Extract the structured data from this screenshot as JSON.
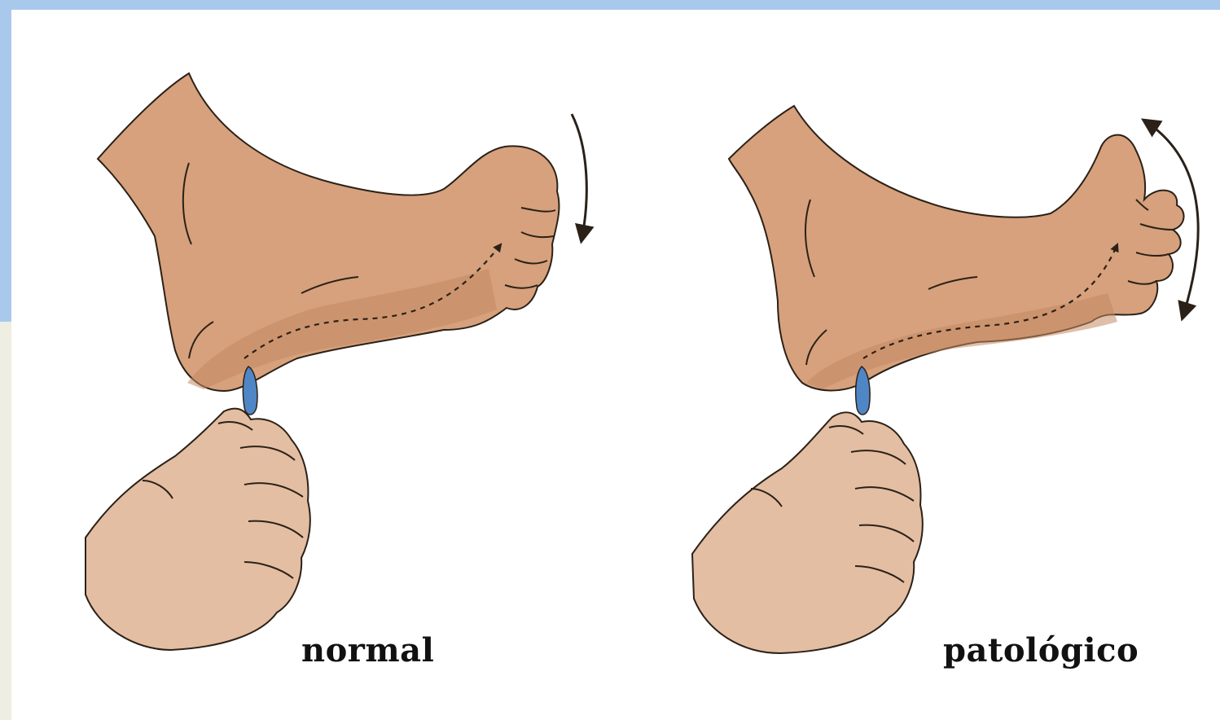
{
  "colors": {
    "background_blue": "#a9c9ec",
    "background_cream": "#efeee3",
    "panel": "#ffffff",
    "skin": "#d6a17c",
    "skin_light": "#e3bea2",
    "skin_shadow": "#c48a62",
    "outline": "#2b2118",
    "instrument": "#4f86c6"
  },
  "figures": [
    {
      "id": "normal",
      "caption": "normal",
      "toe_response": "flexion",
      "arrow": "curved-down-arrow",
      "icons": [
        "foot-icon",
        "hand-icon",
        "stimulus-instrument-icon",
        "stroke-path-arrow"
      ]
    },
    {
      "id": "patologico",
      "caption": "patológico",
      "toe_response": "extension-and-fanning",
      "arrow": "curved-double-arrow",
      "icons": [
        "foot-icon",
        "hand-icon",
        "stimulus-instrument-icon",
        "stroke-path-arrow"
      ]
    }
  ]
}
